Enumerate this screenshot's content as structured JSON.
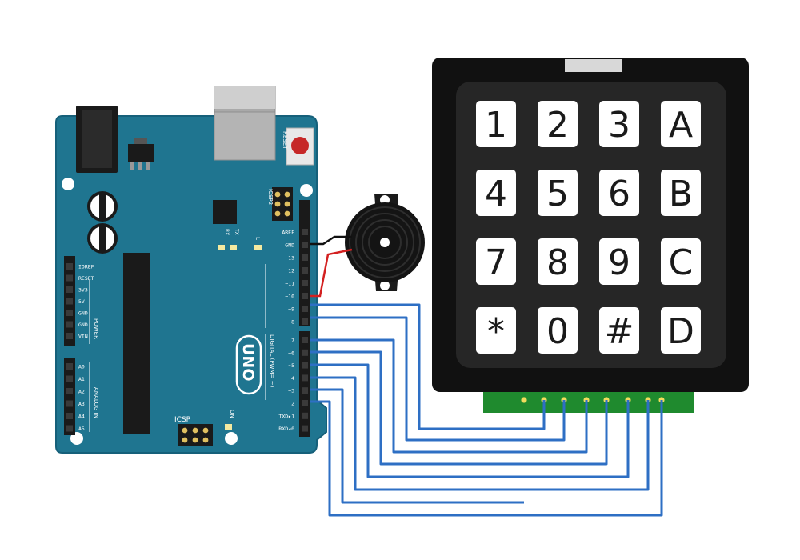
{
  "board": {
    "model": "UNO",
    "reset_label": "RESET",
    "icsp_label": "ICSP",
    "icsp2_label": "ICSP2",
    "on_label": "ON",
    "tx_label": "TX",
    "rx_label": "RX",
    "l_label": "L",
    "digital_label": "DIGITAL (PWM= ~)",
    "power_label": "POWER",
    "analog_label": "ANALOG IN",
    "power_pins": [
      "IOREF",
      "RESET",
      "3V3",
      "5V",
      "GND",
      "GND",
      "VIN"
    ],
    "analog_pins": [
      "A0",
      "A1",
      "A2",
      "A3",
      "A4",
      "A5"
    ],
    "digital_top_pins": [
      "AREF",
      "GND",
      "13",
      "12",
      "~11",
      "~10",
      "~9",
      "8"
    ],
    "digital_bottom_pins": [
      "7",
      "~6",
      "~5",
      "4",
      "~3",
      "2",
      "TXD▸1",
      "RXD◂0"
    ]
  },
  "keypad": {
    "keys": [
      "1",
      "2",
      "3",
      "A",
      "4",
      "5",
      "6",
      "B",
      "7",
      "8",
      "9",
      "C",
      "*",
      "0",
      "#",
      "D"
    ]
  },
  "colors": {
    "board": "#1f7590",
    "board_edge": "#16607a",
    "keypad_body": "#111111",
    "keypad_inner": "#262626",
    "key_face": "#ffffff",
    "wire": "#2e6fc4",
    "connector": "#1f8a2e",
    "buzzer_wire_red": "#d32020",
    "buzzer_wire_black": "#111111"
  }
}
